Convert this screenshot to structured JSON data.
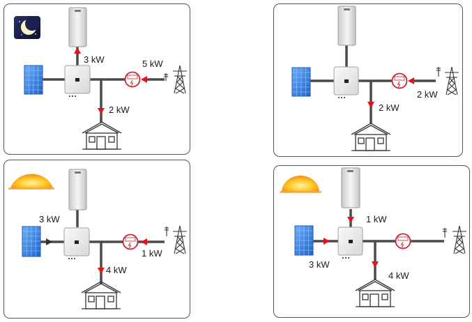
{
  "panels": [
    {
      "id": "night-grid-to-battery",
      "sky": "moon-icon",
      "labels": {
        "battery": "3 kW",
        "grid": "5 kW",
        "house": "2 kW"
      }
    },
    {
      "id": "idle-grid-to-house",
      "sky": "",
      "labels": {
        "grid": "2 kW",
        "house": "2 kW"
      }
    },
    {
      "id": "day-solar-and-grid",
      "sky": "sun-icon",
      "labels": {
        "solar": "3 kW",
        "grid": "1 kW",
        "house": "4 kW"
      }
    },
    {
      "id": "day-solar-and-battery",
      "sky": "sun-icon",
      "labels": {
        "battery": "1 kW",
        "solar": "3 kW",
        "house": "4 kW"
      }
    }
  ],
  "colors": {
    "flow_arrow": "#e0141a",
    "line": "#4a4a4a",
    "panel_border": "#555555",
    "solar_panel": "#2f7fe0",
    "meter": "#cc2233"
  }
}
